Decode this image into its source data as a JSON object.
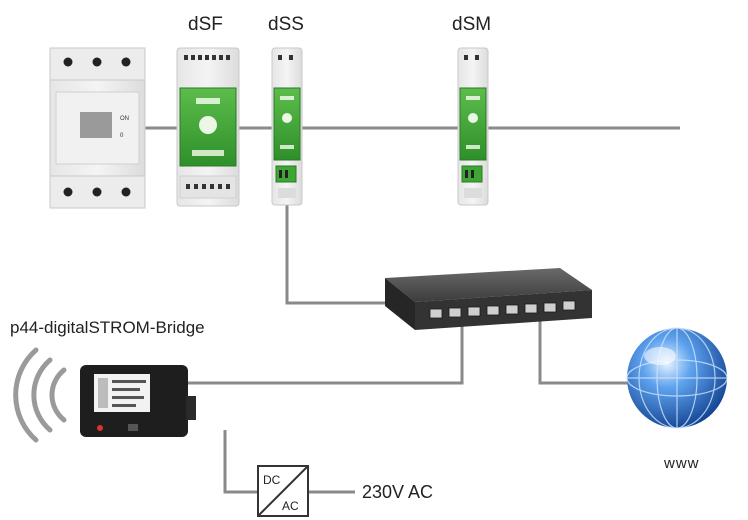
{
  "labels": {
    "dsf": "dSF",
    "dss": "dSS",
    "dsm": "dSM",
    "bridge": "p44-digitalSTROM-Bridge",
    "power": "230V AC",
    "internet": "www"
  },
  "converter": {
    "top": "DC",
    "bottom": "AC"
  },
  "colors": {
    "module_green": "#3fa535",
    "line": "#8a8a8a",
    "switch_body": "#3a3a3a",
    "globe": "#2f76c9"
  }
}
